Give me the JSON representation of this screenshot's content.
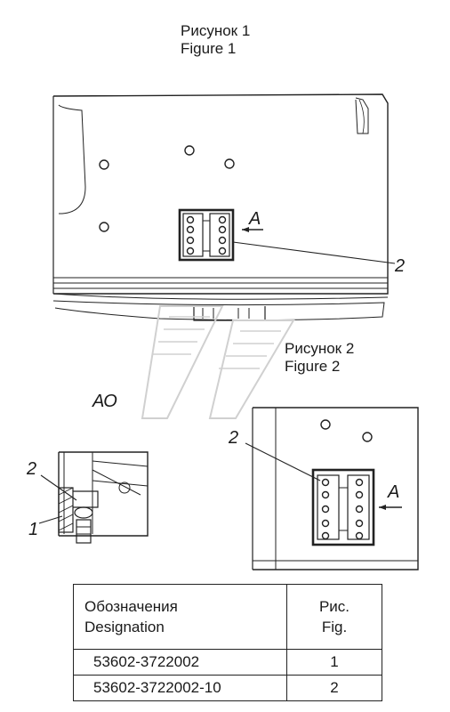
{
  "figure1": {
    "caption_ru": "Рисунок 1",
    "caption_en": "Figure 1"
  },
  "figure2": {
    "caption_ru": "Рисунок 2",
    "caption_en": "Figure 2"
  },
  "labels": {
    "view_a": "A",
    "callout_2": "2",
    "section_label": "АО",
    "callout_1": "1"
  },
  "table": {
    "header_designation_ru": "Обозначения",
    "header_designation_en": "Designation",
    "header_fig_ru": "Рис.",
    "header_fig_en": "Fig.",
    "rows": [
      {
        "designation": "53602-3722002",
        "fig": "1"
      },
      {
        "designation": "53602-3722002-10",
        "fig": "2"
      }
    ]
  }
}
